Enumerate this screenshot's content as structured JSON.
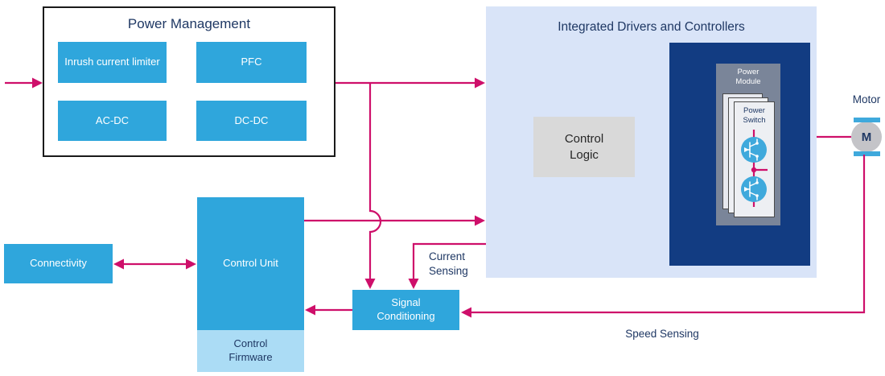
{
  "colors": {
    "accent_pink": "#CE0F6A",
    "block_blue": "#2FA6DC",
    "panel_light_blue": "#D9E4F8",
    "navy_box": "#123C82",
    "title_navy": "#1F3864",
    "firmware_light_blue": "#ABDCF5",
    "power_module_gray": "#7A8599",
    "control_logic_gray": "#D9D9D9",
    "motor_gray": "#C4C4C8"
  },
  "power_management": {
    "title": "Power Management",
    "blocks": [
      {
        "label": "Inrush current limiter"
      },
      {
        "label": "PFC"
      },
      {
        "label": "AC-DC"
      },
      {
        "label": "DC-DC"
      }
    ]
  },
  "drivers": {
    "title": "Integrated Drivers and Controllers",
    "control_logic_label": "Control\nLogic",
    "power_module_label": "Power\nModule",
    "power_switch_label": "Power\nSwitch"
  },
  "motor": {
    "label": "Motor",
    "symbol": "M"
  },
  "connectivity": {
    "label": "Connectivity"
  },
  "control_unit": {
    "label": "Control Unit",
    "firmware_label": "Control\nFirmware"
  },
  "signal_conditioning": {
    "label": "Signal\nConditioning"
  },
  "annotations": {
    "current_sensing": "Current\nSensing",
    "speed_sensing": "Speed Sensing"
  }
}
